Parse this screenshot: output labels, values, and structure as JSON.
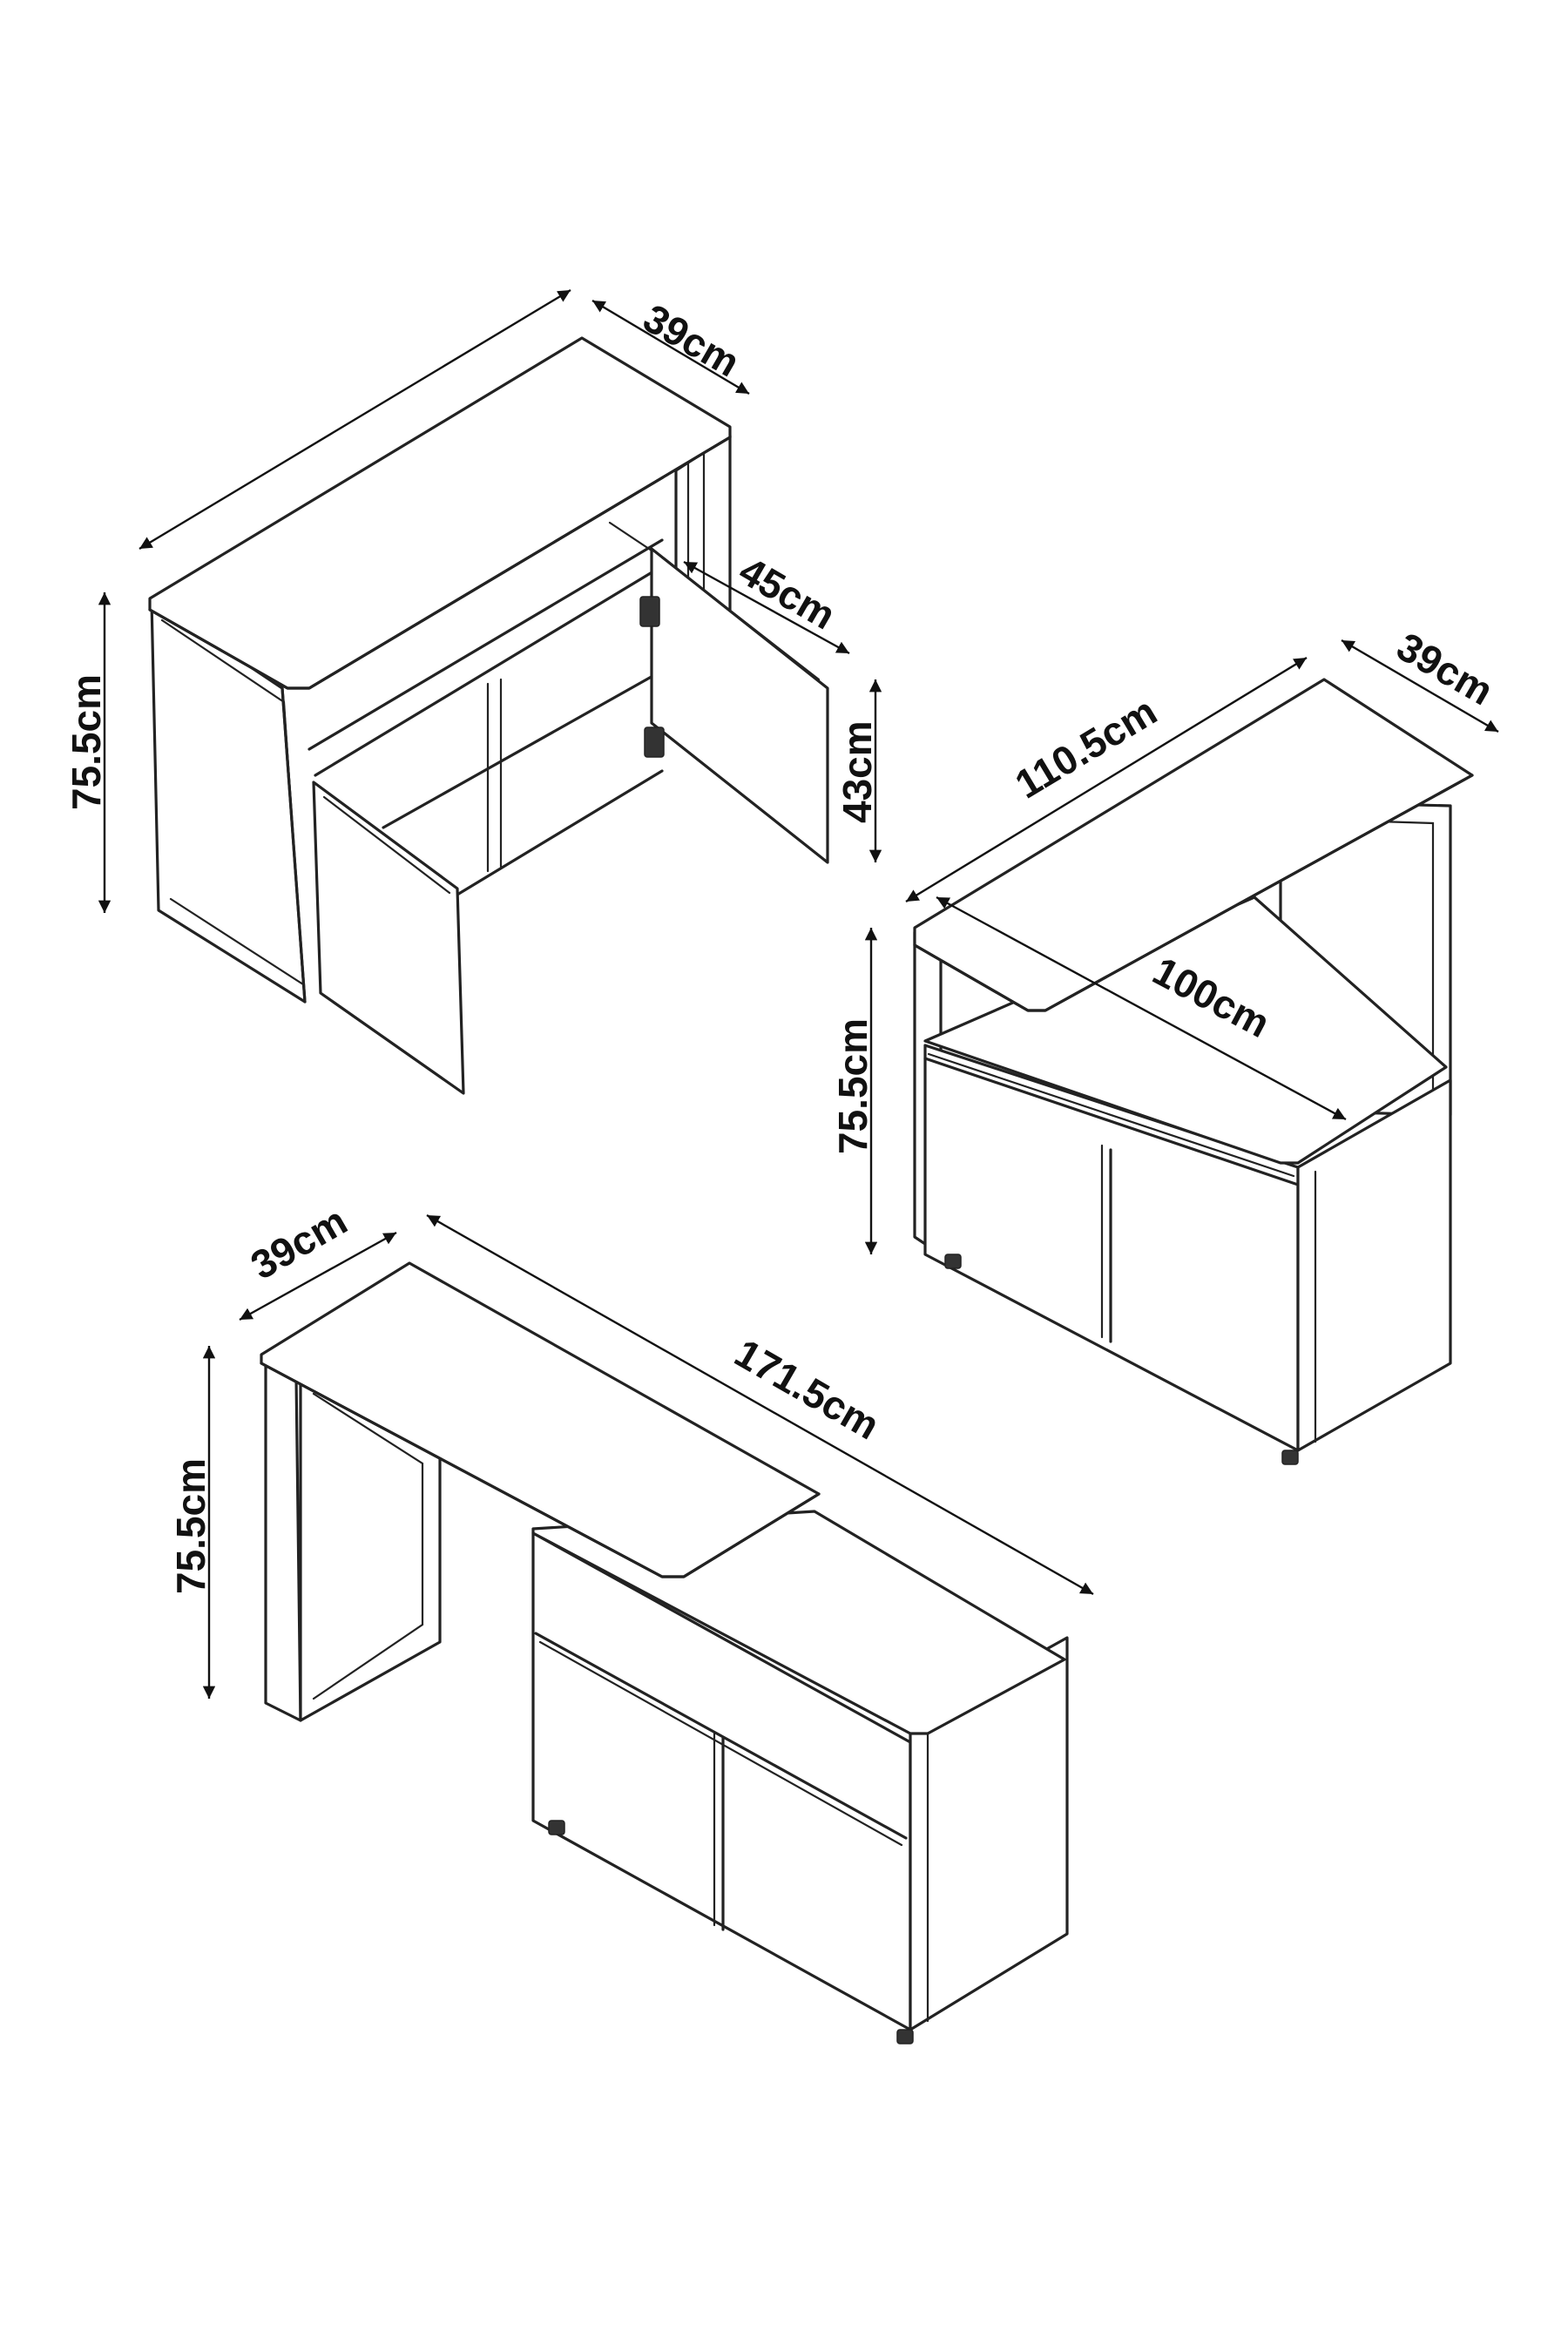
{
  "views": [
    {
      "name": "cabinet-doors-open",
      "dimensions": {
        "depth": "39cm",
        "height": "75.5cm",
        "door_width": "45cm",
        "door_height": "43cm"
      }
    },
    {
      "name": "desk-compact-position",
      "dimensions": {
        "depth": "39cm",
        "width": "110.5cm",
        "cabinet_width": "100cm",
        "height": "75.5cm"
      }
    },
    {
      "name": "desk-extended-position",
      "dimensions": {
        "depth": "39cm",
        "width": "171.5cm",
        "height": "75.5cm"
      }
    }
  ],
  "colors": {
    "line": "#222222",
    "background": "#ffffff"
  }
}
